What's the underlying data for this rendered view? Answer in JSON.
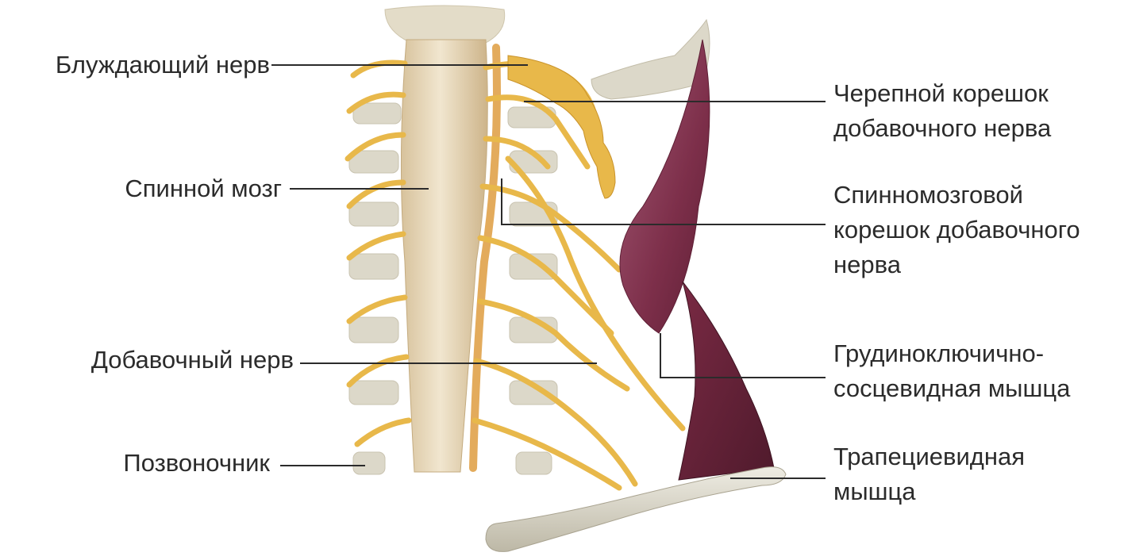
{
  "labels": {
    "vagus_nerve": "Блуждающий нерв",
    "spinal_cord": "Спинной мозг",
    "accessory_nerve": "Добавочный нерв",
    "spine": "Позвоночник",
    "cranial_root": [
      "Черепной корешок",
      "добавочного нерва"
    ],
    "spinal_root": [
      "Спинномозговой",
      "корешок добавочного",
      "нерва"
    ],
    "sternocleidomastoid": [
      "Грудиноключично-",
      "сосцевидная мышца"
    ],
    "trapezius": [
      "Трапециевидная",
      "мышца"
    ]
  },
  "colors": {
    "nerve": "#e8b84a",
    "nerve_dark": "#c9932b",
    "cord": "#e6d6b6",
    "bone": "#d9d5c6",
    "muscle": "#8a3a55",
    "leader": "#2b2b2b",
    "text": "#2b2b2b"
  }
}
